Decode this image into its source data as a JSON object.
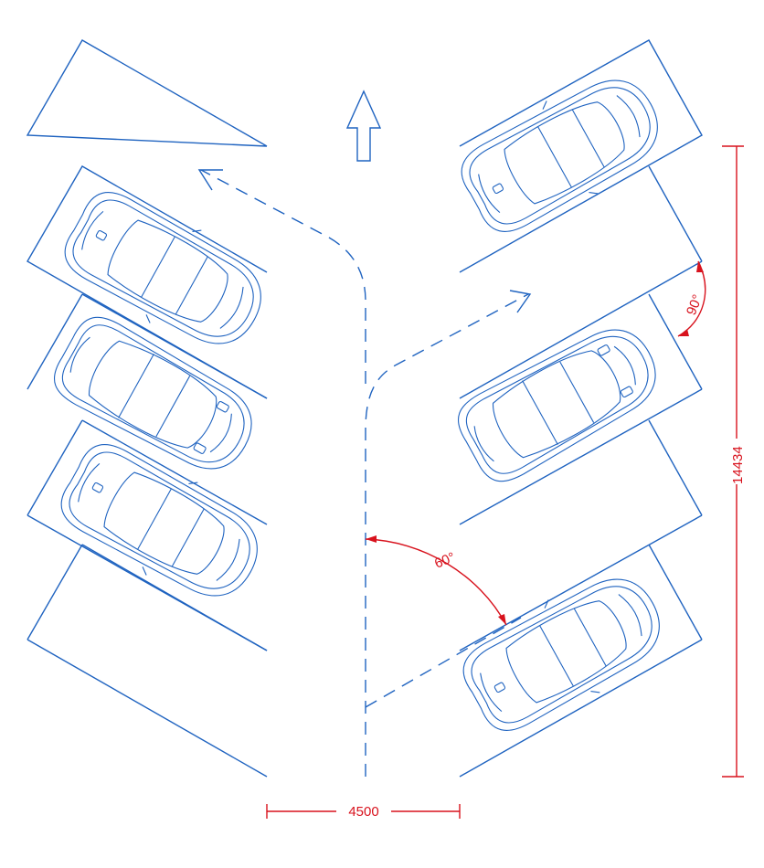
{
  "dimensions": {
    "aisle_width": "4500",
    "overall_height": "14434",
    "angle_left": "60°",
    "angle_right": "90°"
  },
  "colors": {
    "line": "#1f63c0",
    "dimension": "#d8121d"
  },
  "icons": {
    "up_arrow": "up-arrow-icon",
    "car": "car-topview-icon"
  }
}
